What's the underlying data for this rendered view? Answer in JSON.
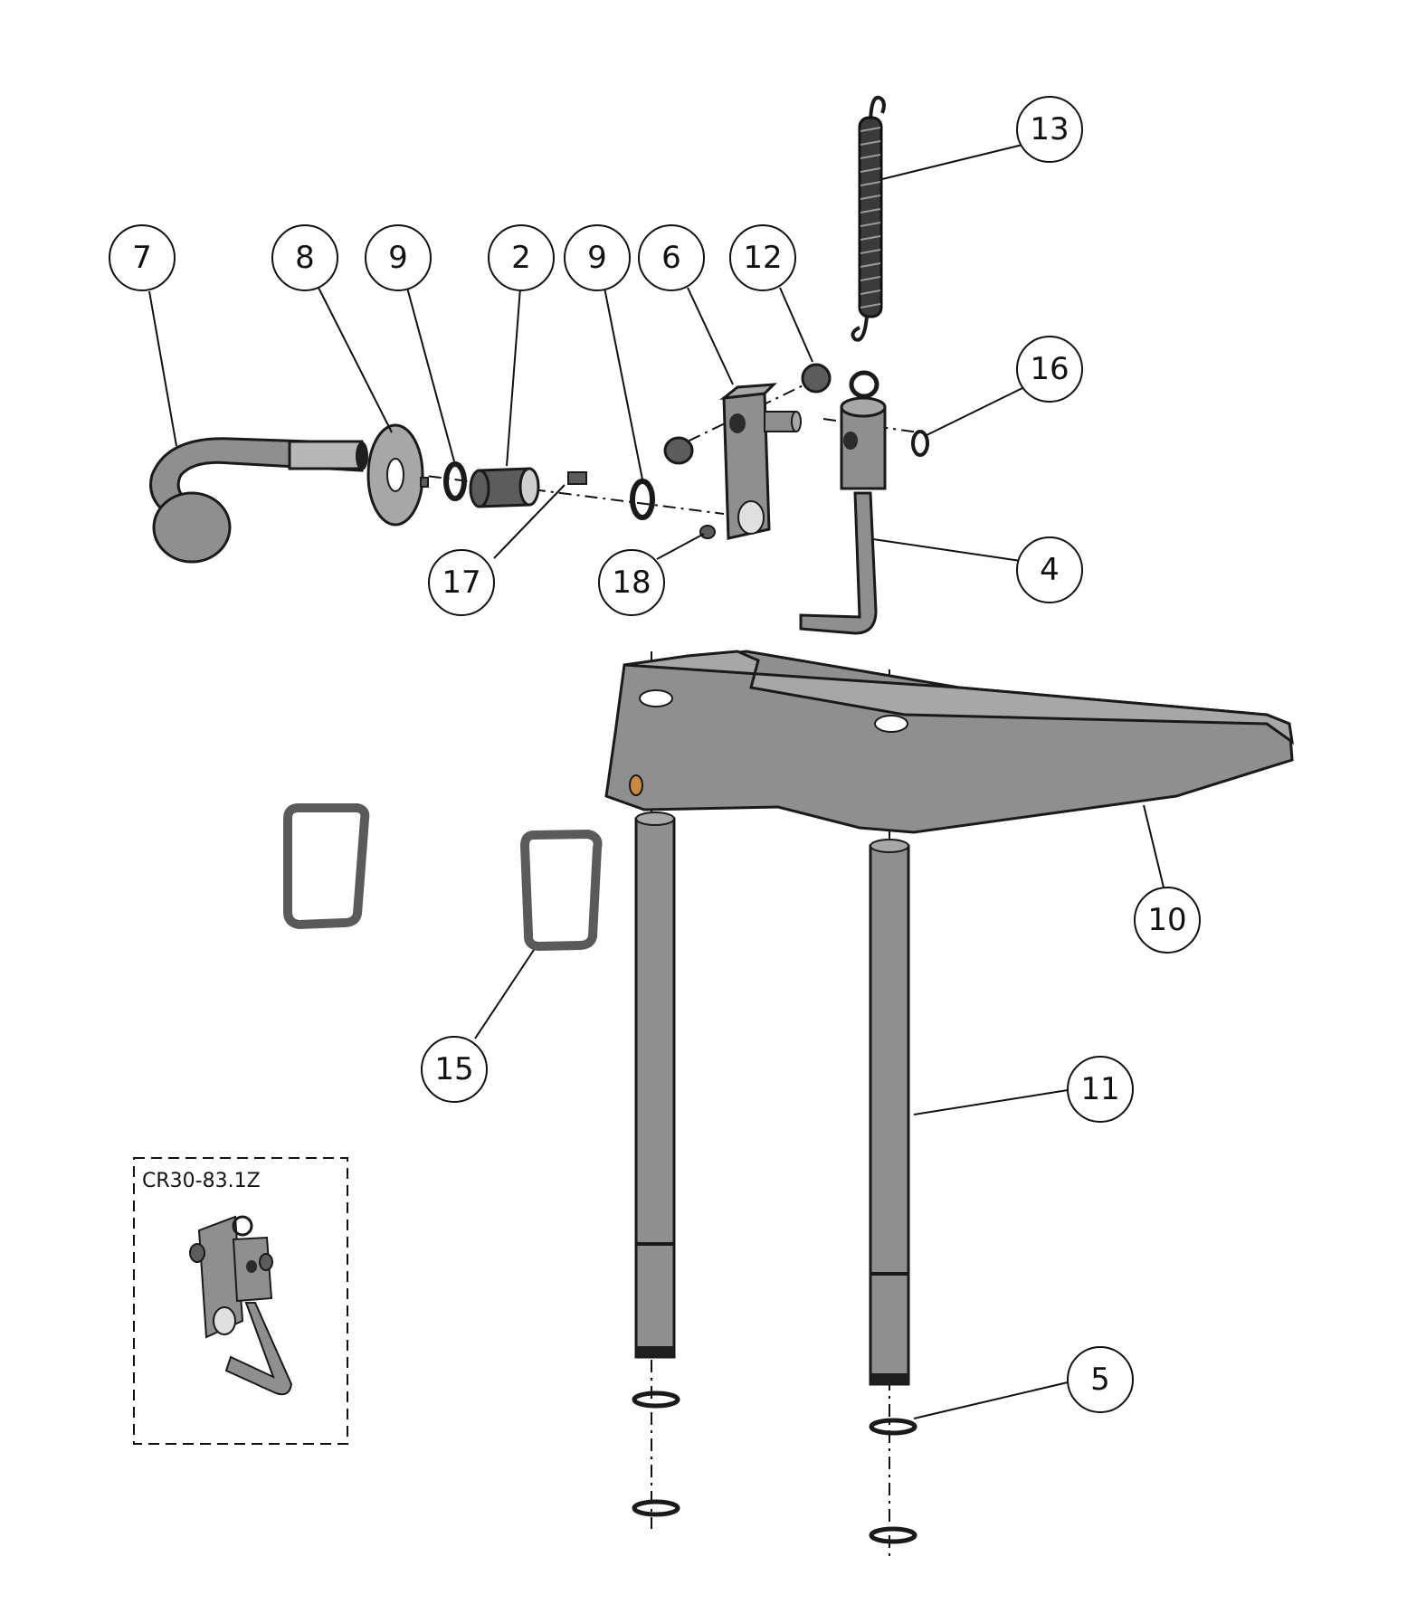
{
  "diagram": {
    "callouts": [
      {
        "id": "c13",
        "label": "13"
      },
      {
        "id": "c7",
        "label": "7"
      },
      {
        "id": "c8",
        "label": "8"
      },
      {
        "id": "c9a",
        "label": "9"
      },
      {
        "id": "c2",
        "label": "2"
      },
      {
        "id": "c9b",
        "label": "9"
      },
      {
        "id": "c6",
        "label": "6"
      },
      {
        "id": "c12",
        "label": "12"
      },
      {
        "id": "c16",
        "label": "16"
      },
      {
        "id": "c17",
        "label": "17"
      },
      {
        "id": "c18",
        "label": "18"
      },
      {
        "id": "c4",
        "label": "4"
      },
      {
        "id": "c10",
        "label": "10"
      },
      {
        "id": "c15",
        "label": "15"
      },
      {
        "id": "c11",
        "label": "11"
      },
      {
        "id": "c5",
        "label": "5"
      }
    ],
    "inset": {
      "label": "CR30-83.1Z"
    }
  }
}
